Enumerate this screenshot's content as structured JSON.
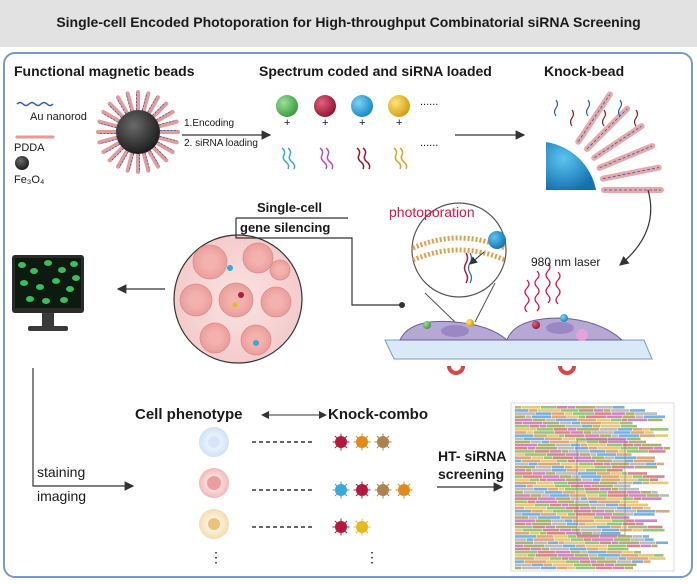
{
  "title": "Single-cell Encoded Photoporation for High-throughput Combinatorial siRNA Screening",
  "beads_section": {
    "heading": "Functional magnetic beads",
    "legend": {
      "au_nanorod": "Au nanorod",
      "pdda": "PDDA",
      "fe3o4": "Fe₃O₄"
    },
    "steps": [
      "1.Encoding",
      "2. siRNA loading"
    ]
  },
  "coded_section": {
    "heading": "Spectrum coded and siRNA loaded",
    "ellipsis": "......",
    "plus": "+",
    "bead_colors": [
      "#4caf50",
      "#b3193c",
      "#1f9ad6",
      "#e8b820"
    ],
    "rna_colors": [
      "#3aa8d8",
      "#c24bb0",
      "#8b1a2a",
      "#e3a11a"
    ]
  },
  "knock_bead": {
    "heading": "Knock-bead"
  },
  "silencing": {
    "label_line1": "Single-cell",
    "label_line2": "gene silencing"
  },
  "photoporation": {
    "label": "photoporation",
    "laser": "980 nm laser"
  },
  "bottom": {
    "staining": "staining",
    "imaging": "imaging",
    "phenotype": "Cell phenotype",
    "combo": "Knock-combo",
    "screening_line1": "HT- siRNA",
    "screening_line2": "screening",
    "vdots": "⋮"
  }
}
